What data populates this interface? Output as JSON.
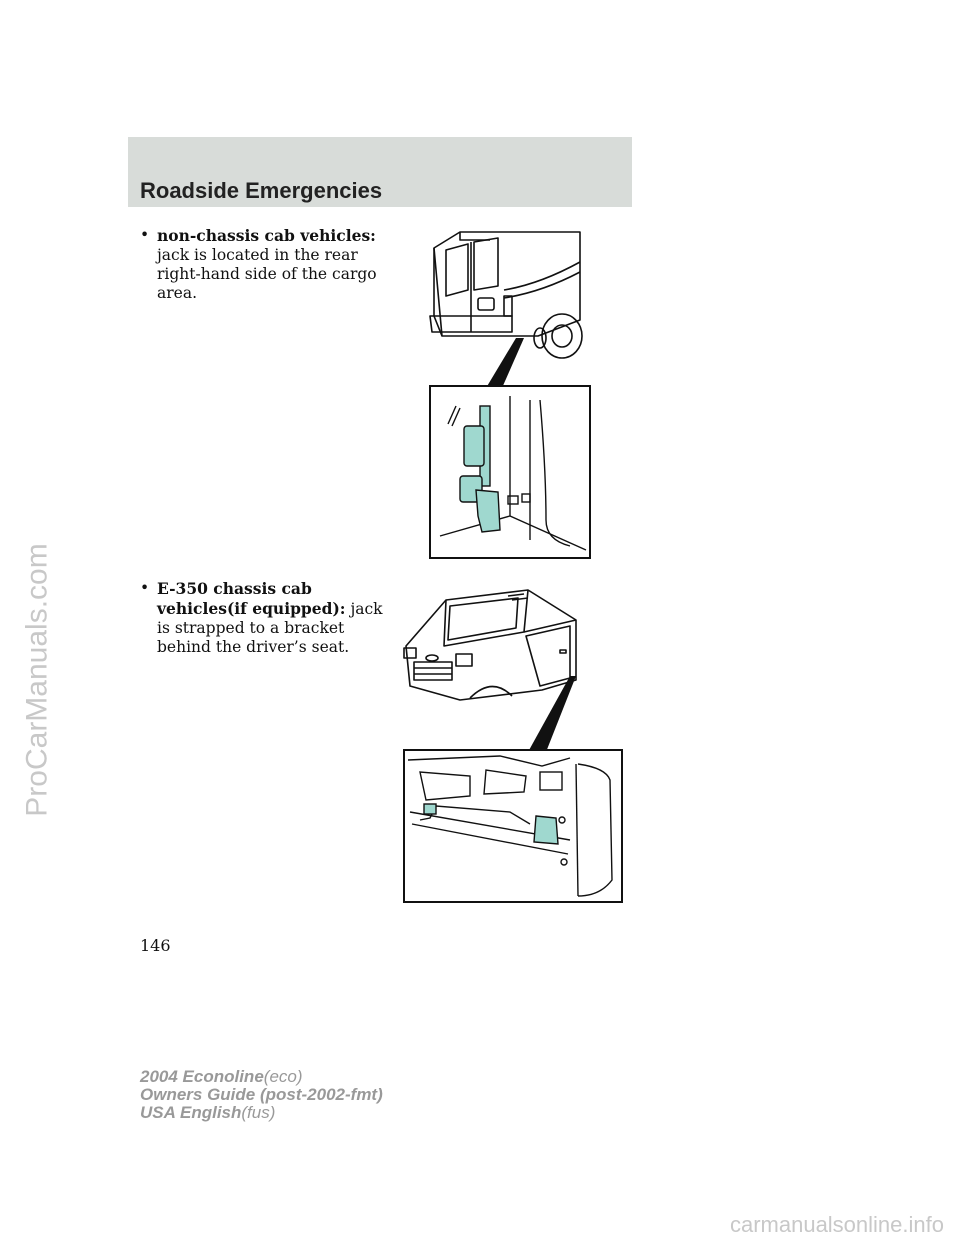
{
  "watermark_side": "ProCarManuals.com",
  "watermark_bottom": "carmanualsonline.info",
  "section_title": "Roadside Emergencies",
  "bullets": [
    {
      "bold": "non-chassis cab vehicles:",
      "text": "jack is located in the rear right-hand side of the cargo area."
    },
    {
      "bold": "E-350 chassis cab vehicles(if equipped):",
      "text": "jack is strapped to a bracket behind the driver’s seat."
    }
  ],
  "page_number": "146",
  "footer": {
    "line1_bold": "2004 Econoline",
    "line1_light": "(eco)",
    "line2_bold": "Owners Guide (post-2002-fmt)",
    "line3_bold": "USA English",
    "line3_light": "(fus)"
  },
  "colors": {
    "header_band": "#d8dcd9",
    "jack_highlight": "#9fd8cf"
  }
}
